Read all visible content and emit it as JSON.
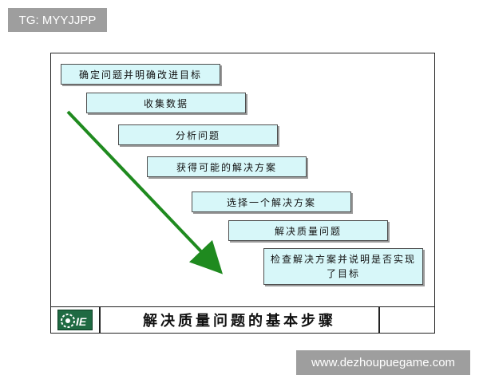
{
  "watermark_top": "TG: MYYJJPP",
  "watermark_bottom": "www.dezhoupuegame.com",
  "steps": [
    {
      "label": "确定问题并明确改进目标"
    },
    {
      "label": "收集数据"
    },
    {
      "label": "分析问题"
    },
    {
      "label": "获得可能的解决方案"
    },
    {
      "label": "选择一个解决方案"
    },
    {
      "label": "解决质量问题"
    },
    {
      "label": "检查解决方案并说明是否实现了目标"
    }
  ],
  "footer": {
    "title": "解决质量问题的基本步骤",
    "logo_text": "IE"
  },
  "colors": {
    "step_fill": "#d7f7f9",
    "arrow": "#1f8a1f",
    "logo": "#1f6a42"
  }
}
